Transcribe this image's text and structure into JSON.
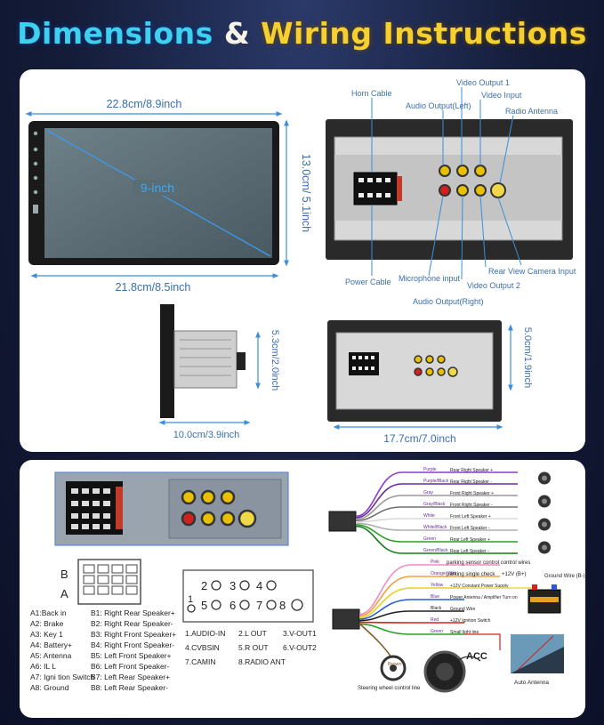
{
  "header": {
    "title_part1": "Dimensions",
    "title_part2": "&",
    "title_part3": "Wiring Instructions"
  },
  "colors": {
    "accent_blue": "#3fd0f0",
    "accent_yellow": "#f5d030",
    "dimension_line": "#3a8fd8"
  },
  "dimensions": {
    "front_width_top": "22.8cm/8.9inch",
    "front_height": "13.0cm/ 5.1inch",
    "screen_size": "9-inch",
    "front_width_bottom": "21.8cm/8.5inch",
    "side_height": "5.3cm/2.0inch",
    "side_depth": "10.0cm/3.9inch",
    "chassis_height": "5.0cm/1.9inch",
    "chassis_width": "17.7cm/7.0inch"
  },
  "rear_labels": {
    "horn_cable": "Horn Cable",
    "audio_output_left": "Audio Output(Left)",
    "video_output_1": "Video Output 1",
    "video_input": "Video Input",
    "radio_antenna": "Radio Antenna",
    "power_cable": "Power Cable",
    "microphone_input": "Microphone input",
    "video_output_2": "Video Output 2",
    "rear_view_camera_input": "Rear View Camera Input",
    "audio_output_right": "Audio Output(Right)"
  },
  "connector": {
    "row_b": "B",
    "row_a": "A",
    "pins_a": [
      "A1:Back  in",
      "A2: Brake",
      "A3: Key 1",
      "A4: Battery+",
      "A5: Antenna",
      "A6: IL L",
      "A7:  Igni tion Switch",
      "A8: Ground"
    ],
    "pins_b": [
      "B1: Right Rear Speaker+",
      "B2: Right Rear Speaker-",
      "B3: Right Front Speaker+",
      "B4: Right Front Speaker-",
      "B5: Left Front Speaker+",
      "B6: Left Front Speaker-",
      "B7: Left Rear Speaker+",
      "B8: Left Rear Speaker-"
    ]
  },
  "jacks": {
    "top_nums": [
      "2",
      "3",
      "4"
    ],
    "bottom_nums": [
      "1",
      "5",
      "6",
      "7",
      "8"
    ],
    "legend": [
      "1.AUDIO-IN",
      "2.L OUT",
      "3.V-OUT1",
      "4.CVBSIN",
      "5.R OUT",
      "6.V-OUT2",
      "7.CAMIN",
      "8.RADIO ANT"
    ]
  },
  "wiring": {
    "speaker_wires": [
      {
        "color": "Purple",
        "label": "Rear Right Speaker +",
        "hex": "#8a3cc8"
      },
      {
        "color": "Purple/Black",
        "label": "Rear Right Speaker -",
        "hex": "#6a2a9a"
      },
      {
        "color": "Gray",
        "label": "Front Right Speaker +",
        "hex": "#9a9a9a"
      },
      {
        "color": "Gray/Black",
        "label": "Front Right Speaker -",
        "hex": "#707070"
      },
      {
        "color": "White",
        "label": "Front Left Speaker +",
        "hex": "#d8d8d8"
      },
      {
        "color": "White/Black",
        "label": "Front Left Speaker -",
        "hex": "#b0b0b0"
      },
      {
        "color": "Green",
        "label": "Rear Left Speaker +",
        "hex": "#2aa02a"
      },
      {
        "color": "Green/Black",
        "label": "Rear Left Speaker -",
        "hex": "#1a7a1a"
      }
    ],
    "power_wires": [
      {
        "color": "Pink",
        "label": "parking sensor control control wires",
        "hex": "#f08cc8"
      },
      {
        "color": "Orange/ Wite",
        "label": "parking single check",
        "hex": "#f0a040"
      },
      {
        "color": "Yellow",
        "label": "+12V Constant Power Supply",
        "hex": "#e8d020"
      },
      {
        "color": "Blue",
        "label": "Power Antenna / Amplifier Turn on",
        "hex": "#2a5ad8"
      },
      {
        "color": "Black",
        "label": "Ground Wire",
        "hex": "#202020"
      },
      {
        "color": "Red",
        "label": "+12V Ignition Switch",
        "hex": "#d82020"
      },
      {
        "color": "Green",
        "label": "Small light line",
        "hex": "#2aa02a"
      },
      {
        "color": "Brown",
        "label": "Steering wheel control line",
        "hex": "#8a5a2a"
      }
    ],
    "battery_plus": "+12V (B+)",
    "ground_wire": "Ground Wire (B-)",
    "acc": "ACC",
    "auto_antenna": "Auto Antenna"
  }
}
